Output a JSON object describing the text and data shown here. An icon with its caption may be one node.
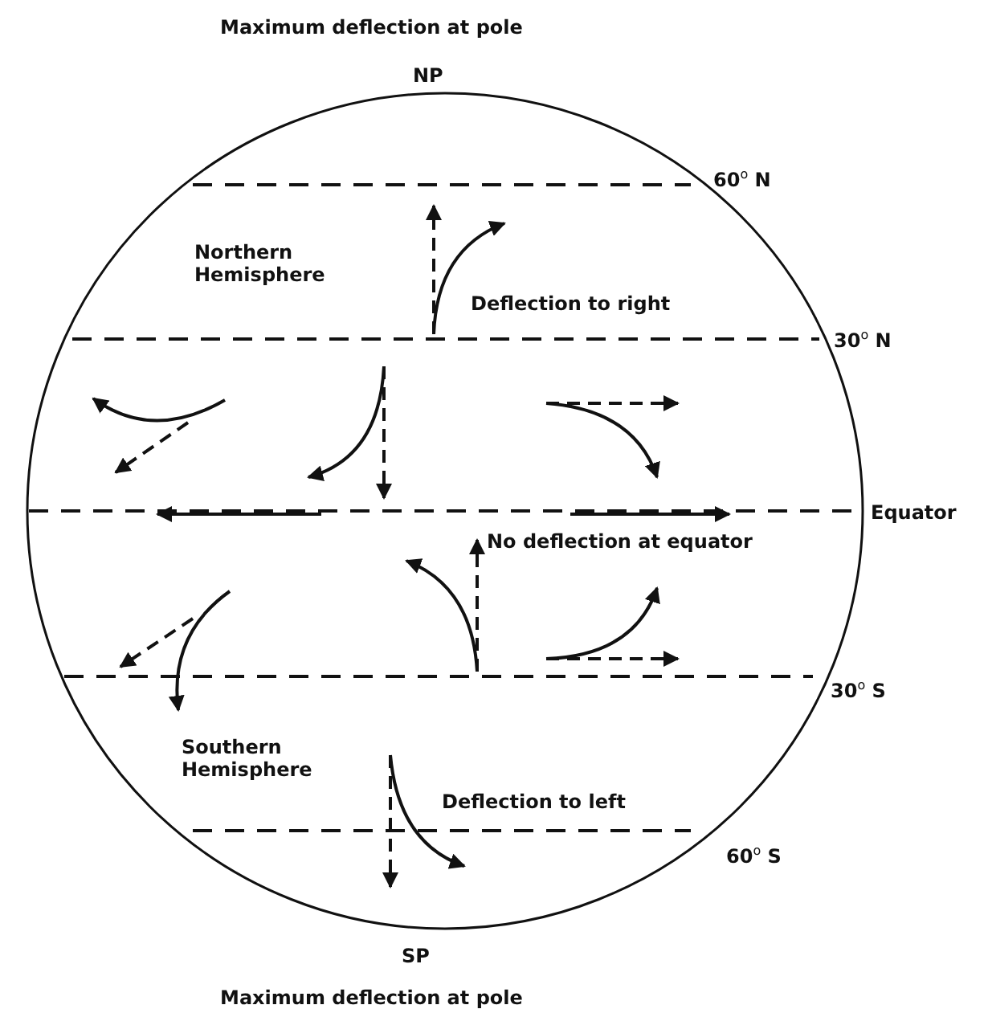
{
  "diagram": {
    "labels": [
      "Maximum deflection at pole",
      "NP",
      "60$^{o}$ N",
      "Northern Hemisphere",
      "Deflection to right",
      "30$^{o}$ N",
      "Equator",
      "No deflection at equator",
      "30$^{o}$ S",
      "Southern Hemisphere",
      "Deflection to left",
      "60$^{o}$ S",
      "SP",
      "Maximum deflection at pole"
    ]
  }
}
